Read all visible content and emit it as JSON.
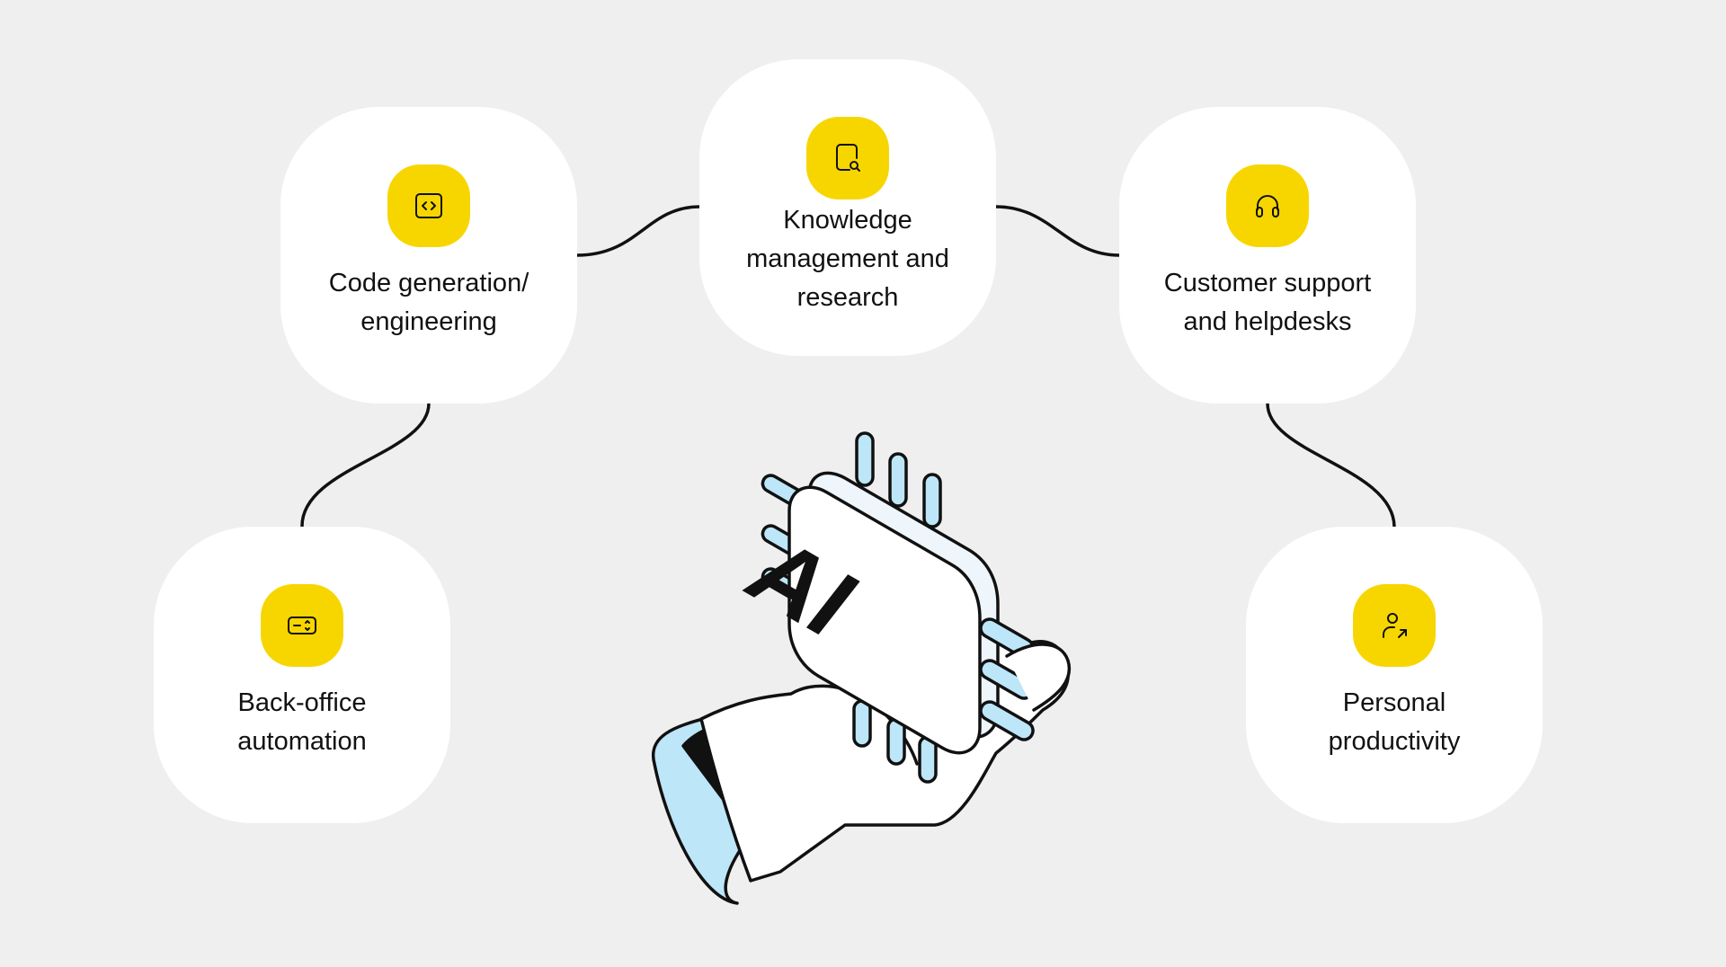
{
  "nodes": {
    "code": {
      "label": "Code generation/\nengineering",
      "icon": "code-brackets-icon"
    },
    "knowledge": {
      "label": "Knowledge\nmanagement and\nresearch",
      "icon": "document-search-icon"
    },
    "support": {
      "label": "Customer support\nand helpdesks",
      "icon": "headset-icon"
    },
    "backoffice": {
      "label": "Back-office\nautomation",
      "icon": "ticket-icon"
    },
    "personal": {
      "label": "Personal\nproductivity",
      "icon": "user-arrow-icon"
    }
  },
  "center": {
    "chip_text": "AI",
    "icon": "hand-holding-chip-illustration"
  },
  "colors": {
    "background": "#efefef",
    "card": "#ffffff",
    "badge": "#f7d600",
    "accent_blue": "#bde6f8",
    "line": "#111111"
  }
}
